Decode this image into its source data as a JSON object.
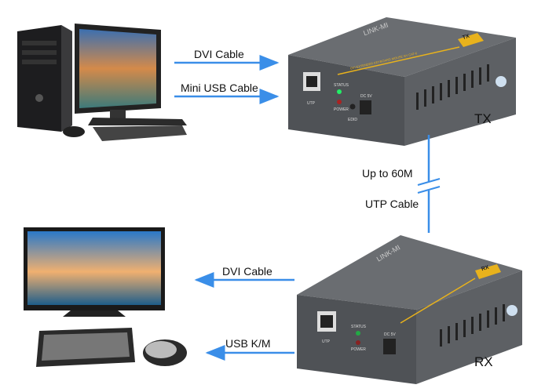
{
  "tx_side": {
    "dvi_cable": "DVI Cable",
    "mini_usb_cable": "Mini USB Cable",
    "unit_label": "TX"
  },
  "link": {
    "distance": "Up to 60M",
    "cable": "UTP Cable"
  },
  "rx_side": {
    "dvi_cable": "DVI Cable",
    "usb_km": "USB K/M",
    "unit_label": "RX"
  },
  "device": {
    "brand": "LINK-MI",
    "product_line": "DVI EXTENDER KEYBOARD MOUSE BY CAT-6",
    "tx_badge": "TX",
    "rx_badge": "RX",
    "port_utp": "UTP",
    "led_status": "STATUS",
    "led_power": "POWER",
    "button_edid": "EDID",
    "power_in": "DC 5V"
  },
  "colors": {
    "arrow": "#3a8ee8",
    "device": "#55585c",
    "badge": "#e8b21c"
  }
}
